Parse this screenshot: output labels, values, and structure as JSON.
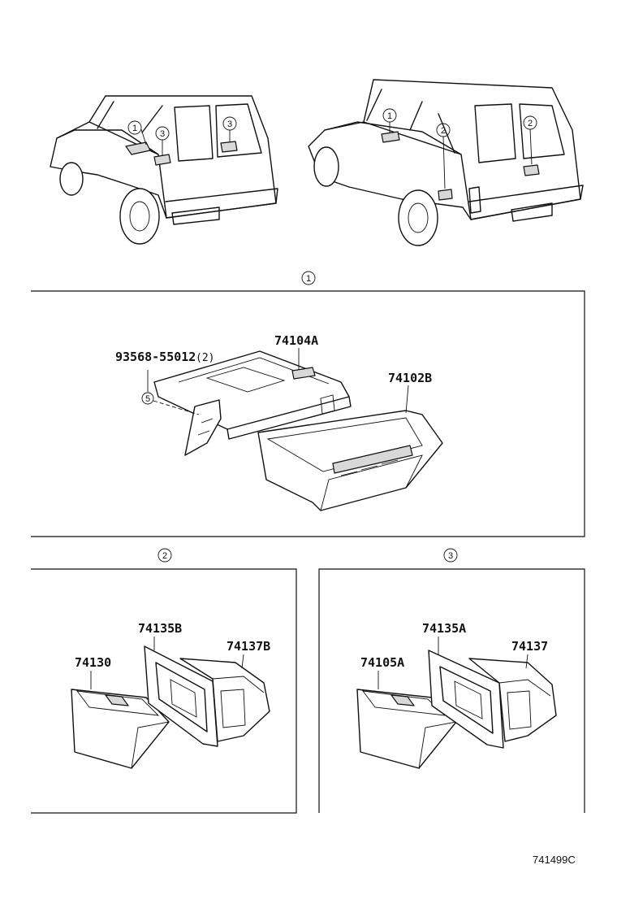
{
  "callouts": {
    "c1": "1",
    "c2": "2",
    "c3": "3",
    "c5": "5"
  },
  "section1": {
    "bolt_part": "93568-55012",
    "bolt_qty": "(2)",
    "part_a": "74104A",
    "part_b": "74102B"
  },
  "section2": {
    "part_a": "74130",
    "part_b": "74135B",
    "part_c": "74137B"
  },
  "section3": {
    "part_a": "74105A",
    "part_b": "74135A",
    "part_c": "74137"
  },
  "footer": {
    "drawing_code": "741499C"
  }
}
